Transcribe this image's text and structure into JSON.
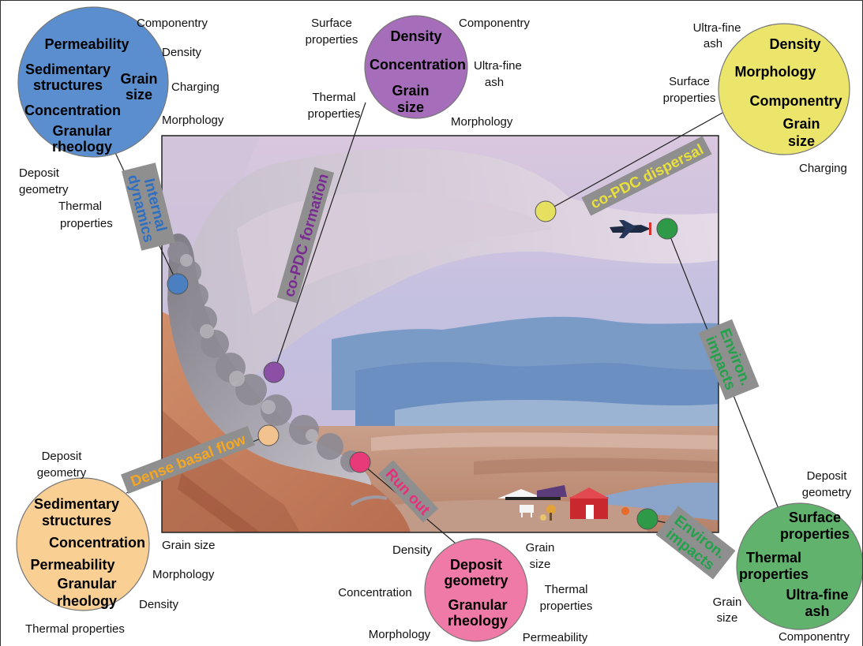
{
  "nodes": {
    "internal_dynamics": {
      "label_lines": [
        "Internal",
        "dynamics"
      ],
      "color": "#4a7fc1",
      "key_properties": [
        "Permeability",
        "Sedimentary",
        "structures",
        "Grain",
        "size",
        "Concentration",
        "Granular",
        "rheology"
      ],
      "secondary_properties": [
        "Componentry",
        "Density",
        "Charging",
        "Morphology",
        "Deposit",
        "geometry",
        "Thermal",
        "properties"
      ]
    },
    "co_pdc_formation": {
      "label": "co-PDC formation",
      "color": "#8b4fa5",
      "key_properties": [
        "Density",
        "Concentration",
        "Grain",
        "size"
      ],
      "secondary_properties": [
        "Surface",
        "properties",
        "Componentry",
        "Ultra-fine",
        "ash",
        "Thermal",
        "properties",
        "Morphology"
      ]
    },
    "co_pdc_dispersal": {
      "label": "co-PDC dispersal",
      "color": "#e6e060",
      "key_properties": [
        "Density",
        "Morphology",
        "Componentry",
        "Grain",
        "size"
      ],
      "secondary_properties": [
        "Ultra-fine",
        "ash",
        "Surface",
        "properties",
        "Charging"
      ]
    },
    "environ_impacts_air": {
      "label_lines": [
        "Environ.",
        "impacts"
      ],
      "color": "#2e9a47"
    },
    "environ_impacts_ground": {
      "label_lines": [
        "Environ.",
        "impacts"
      ],
      "color": "#2e9a47",
      "key_properties": [
        "Surface",
        "properties",
        "Thermal",
        "properties",
        "Ultra-fine",
        "ash"
      ],
      "secondary_properties": [
        "Deposit",
        "geometry",
        "Grain",
        "size",
        "Componentry"
      ]
    },
    "dense_basal_flow": {
      "label": "Dense basal flow",
      "color": "#f3a832",
      "key_properties": [
        "Sedimentary",
        "structures",
        "Concentration",
        "Permeability",
        "Granular",
        "rheology"
      ],
      "secondary_properties": [
        "Deposit",
        "geometry",
        "Grain size",
        "Morphology",
        "Density",
        "Thermal properties"
      ]
    },
    "run_out": {
      "label": "Run out",
      "color": "#e83a78",
      "key_properties": [
        "Deposit",
        "geometry",
        "Granular",
        "rheology"
      ],
      "secondary_properties": [
        "Density",
        "Grain",
        "size",
        "Concentration",
        "Thermal",
        "properties",
        "Morphology",
        "Permeability"
      ]
    }
  }
}
